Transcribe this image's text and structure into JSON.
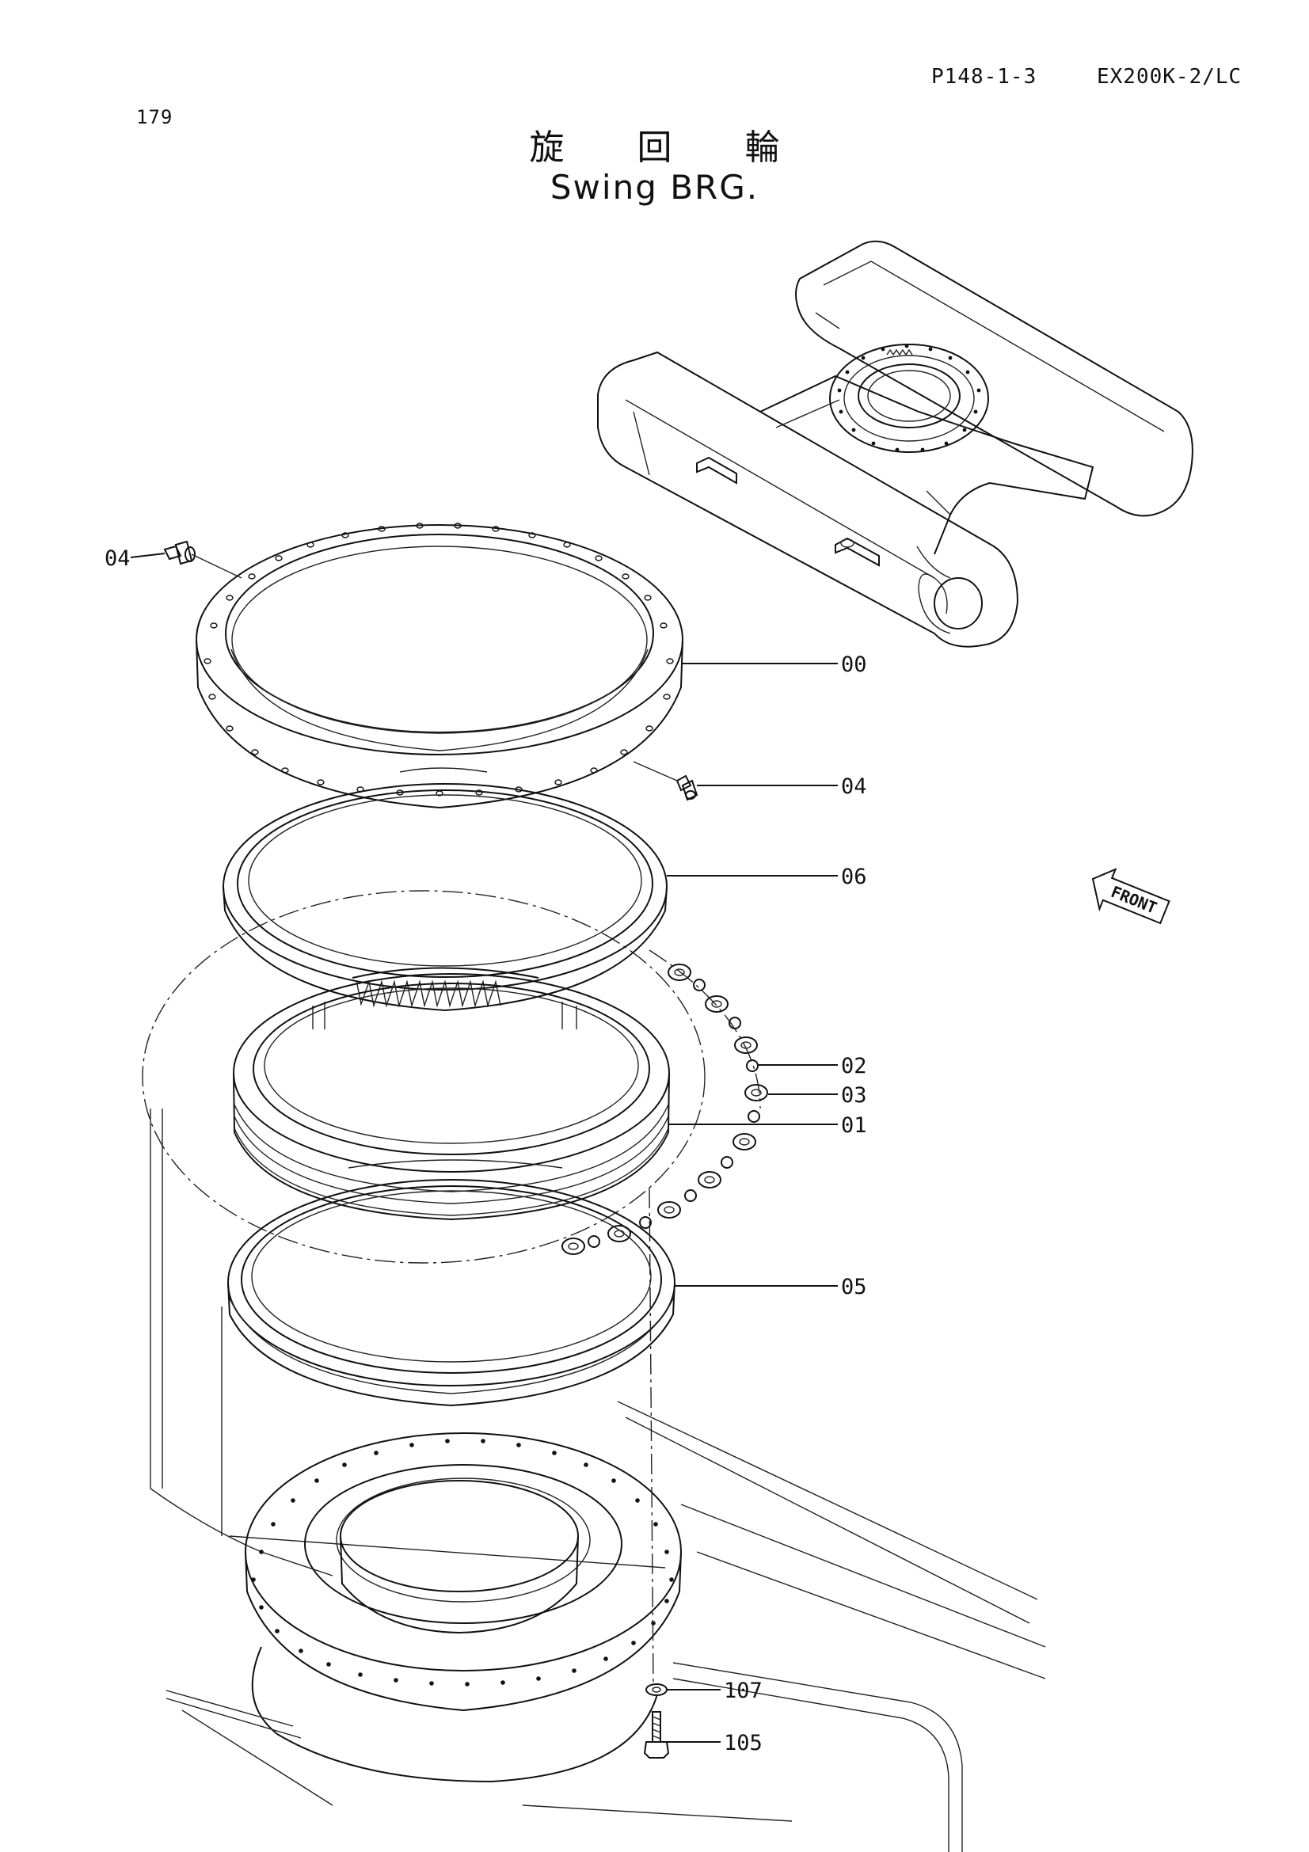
{
  "header": {
    "page_number": "179",
    "page_code": "P148-1-3",
    "model": "EX200K-2/LC"
  },
  "title": {
    "japanese": "旋回輪",
    "english": "Swing BRG."
  },
  "front_label": "FRONT",
  "callouts": {
    "c04_left": "04",
    "c00": "00",
    "c04_right": "04",
    "c06": "06",
    "c02": "02",
    "c03": "03",
    "c01": "01",
    "c05": "05",
    "c107": "107",
    "c105": "105"
  }
}
